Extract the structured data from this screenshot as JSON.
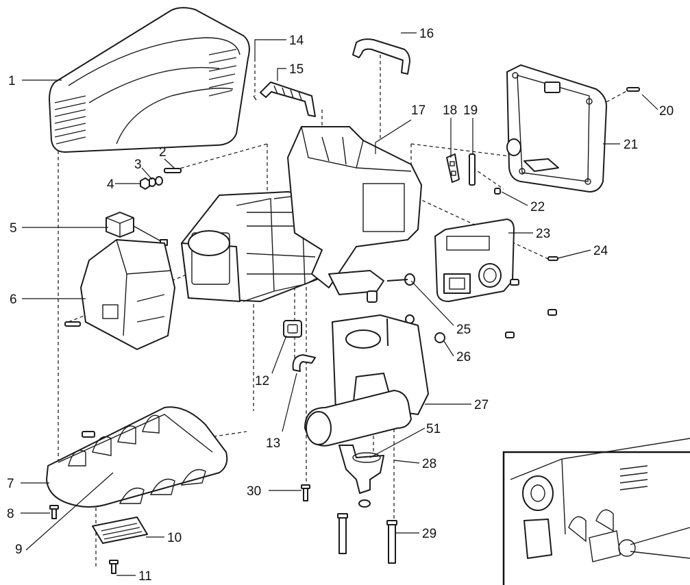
{
  "diagram": {
    "type": "exploded-parts-view",
    "callouts": [
      "1",
      "2",
      "3",
      "4",
      "5",
      "6",
      "7",
      "8",
      "9",
      "10",
      "11",
      "12",
      "13",
      "14",
      "15",
      "16",
      "17",
      "18",
      "19",
      "20",
      "21",
      "22",
      "23",
      "24",
      "25",
      "26",
      "27",
      "28",
      "29",
      "30",
      "51"
    ]
  }
}
